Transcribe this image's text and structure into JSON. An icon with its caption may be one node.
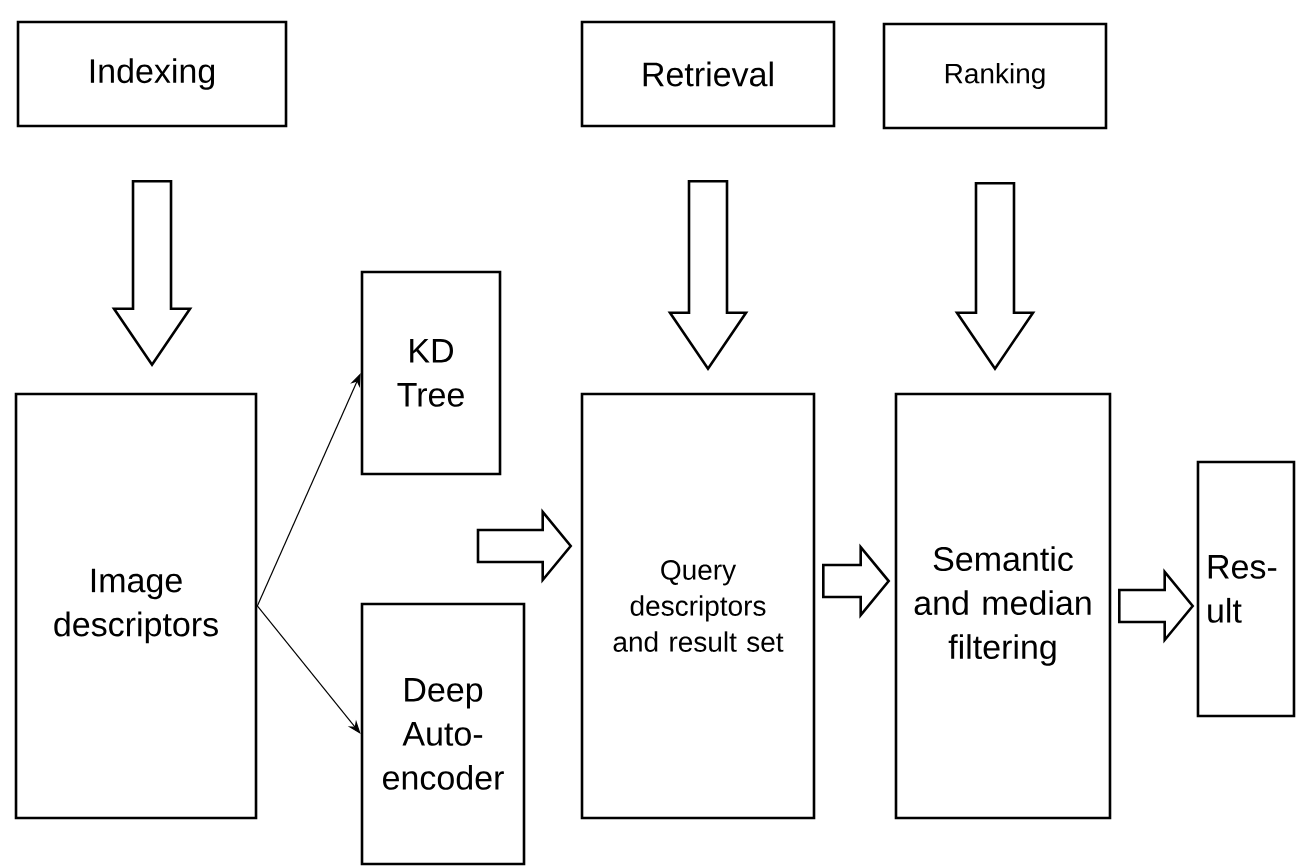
{
  "diagram": {
    "nodes": [
      {
        "text": [
          "Indexing"
        ]
      },
      {
        "text": [
          "Retrieval"
        ]
      },
      {
        "text": [
          "Ranking"
        ]
      },
      {
        "text": [
          "Image descriptors"
        ]
      },
      {
        "text": [
          "KD Tree"
        ]
      },
      {
        "text": [
          "Deep Auto- encoder"
        ]
      },
      {
        "text": [
          "Query descriptors and result set"
        ]
      },
      {
        "text": [
          "Semantic and median filtering"
        ]
      },
      {
        "text": [
          "Res- ult"
        ]
      }
    ],
    "edges": [
      {
        "from": 0,
        "to": 3,
        "arrow": "to"
      },
      {
        "from": 1,
        "to": 6,
        "arrow": "to"
      },
      {
        "from": 2,
        "to": 7,
        "arrow": "to"
      },
      {
        "from": 3,
        "to": 4,
        "arrow": "to"
      },
      {
        "from": 3,
        "to": 5,
        "arrow": "to"
      },
      {
        "from": null,
        "to": 6,
        "arrow": "to"
      },
      {
        "from": 6,
        "to": 7,
        "arrow": "to"
      },
      {
        "from": 7,
        "to": 8,
        "arrow": "to"
      }
    ]
  }
}
